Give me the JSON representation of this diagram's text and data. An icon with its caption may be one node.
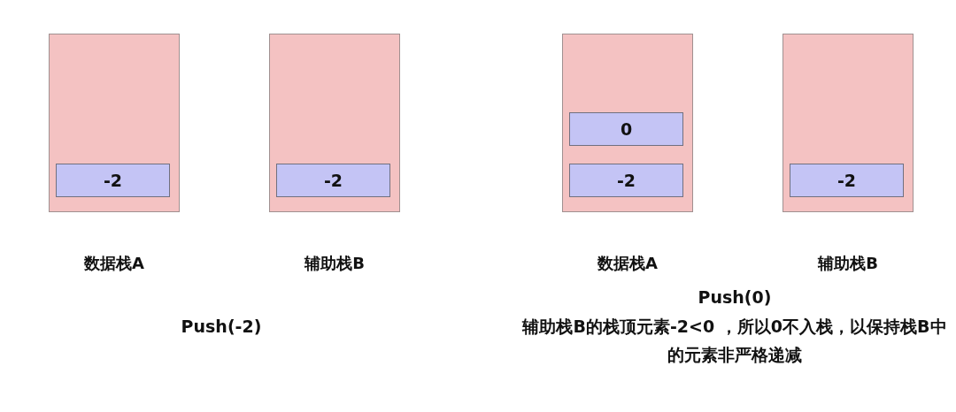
{
  "diagram": {
    "nodes": [
      {
        "text": [
          "数据栈A"
        ]
      },
      {
        "text": [
          "-2"
        ],
        "in": 0
      },
      {
        "text": [
          "辅助栈B"
        ]
      },
      {
        "text": [
          "-2"
        ],
        "in": 2
      },
      {
        "text": [
          "数据栈A"
        ]
      },
      {
        "text": [
          "0"
        ],
        "in": 4
      },
      {
        "text": [
          "-2"
        ],
        "in": 4
      },
      {
        "text": [
          "辅助栈B"
        ]
      },
      {
        "text": [
          "-2"
        ],
        "in": 7
      }
    ],
    "labels": [
      "Push(-2)",
      "Push(0)",
      "辅助栈B的栈顶元素-2<0 ，所以0不入栈，以保持栈B中的元素非严格递减"
    ]
  }
}
